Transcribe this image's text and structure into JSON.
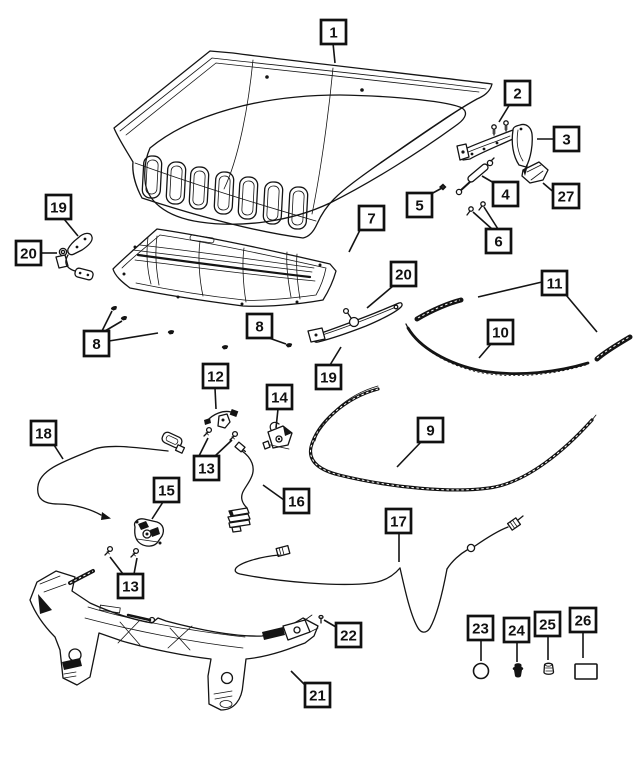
{
  "colors": {
    "ink": "#141414",
    "background": "#ffffff"
  },
  "callouts": [
    {
      "label": "1"
    },
    {
      "label": "2"
    },
    {
      "label": "3"
    },
    {
      "label": "4"
    },
    {
      "label": "5"
    },
    {
      "label": "6"
    },
    {
      "label": "27"
    },
    {
      "label": "7"
    },
    {
      "label": "19"
    },
    {
      "label": "20"
    },
    {
      "label": "8"
    },
    {
      "label": "8"
    },
    {
      "label": "20"
    },
    {
      "label": "11"
    },
    {
      "label": "10"
    },
    {
      "label": "19"
    },
    {
      "label": "9"
    },
    {
      "label": "12"
    },
    {
      "label": "14"
    },
    {
      "label": "18"
    },
    {
      "label": "13"
    },
    {
      "label": "15"
    },
    {
      "label": "16"
    },
    {
      "label": "13"
    },
    {
      "label": "17"
    },
    {
      "label": "22"
    },
    {
      "label": "21"
    },
    {
      "label": "23"
    },
    {
      "label": "24"
    },
    {
      "label": "25"
    },
    {
      "label": "26"
    }
  ]
}
